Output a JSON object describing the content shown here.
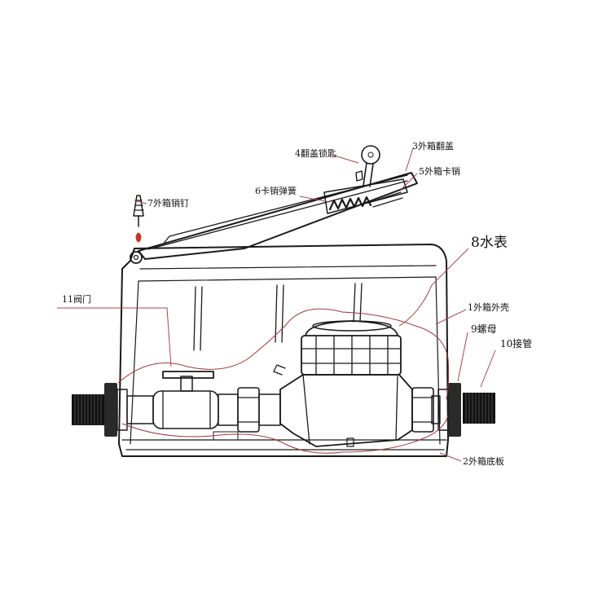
{
  "labels": {
    "valve": "11阀门",
    "pin": "7外箱销钉",
    "spring": "6卡销弹簧",
    "key": "4翻盖锁匙",
    "lid": "3外箱翻盖",
    "latch": "5外箱卡销",
    "meter": "8水表",
    "shell": "1外箱外壳",
    "nut": "9螺母",
    "pipe": "10接管",
    "base": "2外箱底板"
  }
}
